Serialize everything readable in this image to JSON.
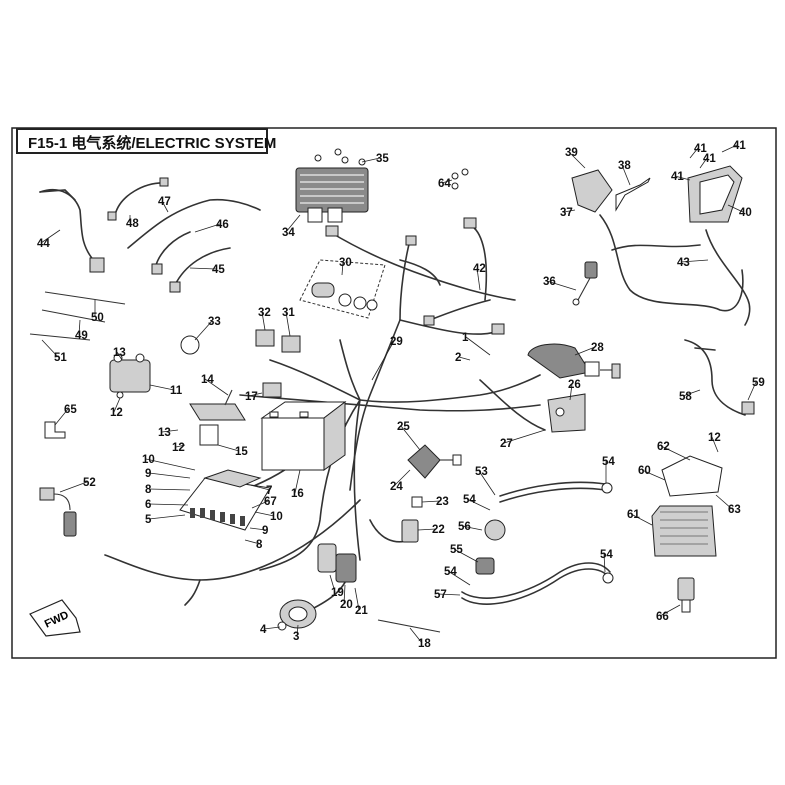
{
  "diagram": {
    "title": "F15-1 电气系统/ELECTRIC SYSTEM",
    "fwd_label": "FWD",
    "callouts": [
      "1",
      "2",
      "3",
      "4",
      "5",
      "6",
      "7",
      "8",
      "9",
      "10",
      "11",
      "12",
      "13",
      "14",
      "15",
      "16",
      "17",
      "18",
      "19",
      "20",
      "21",
      "22",
      "23",
      "24",
      "25",
      "26",
      "27",
      "28",
      "29",
      "30",
      "31",
      "32",
      "33",
      "34",
      "35",
      "36",
      "37",
      "38",
      "39",
      "40",
      "41",
      "42",
      "43",
      "44",
      "45",
      "46",
      "47",
      "48",
      "49",
      "50",
      "51",
      "52",
      "53",
      "54",
      "55",
      "56",
      "57",
      "58",
      "59",
      "60",
      "61",
      "62",
      "63",
      "64",
      "65",
      "66",
      "67"
    ]
  }
}
